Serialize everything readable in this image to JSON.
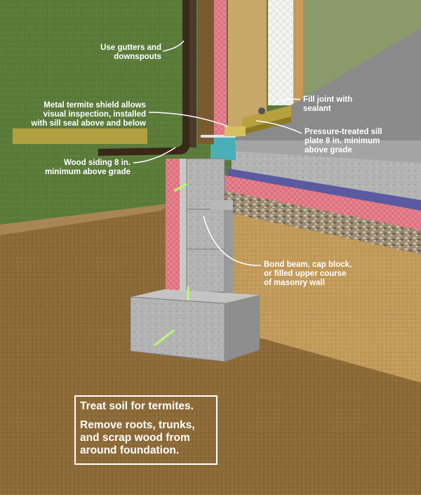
{
  "labels": {
    "gutters": [
      "Use gutters and",
      "downspouts"
    ],
    "termite_shield": [
      "Metal termite shield allows",
      "visual inspection, installed",
      "with sill seal above and below"
    ],
    "wood_siding": [
      "Wood siding 8 in.",
      "minimum above grade"
    ],
    "fill_joint": [
      "Fill joint with",
      "sealant"
    ],
    "sill_plate": [
      "Pressure-treated sill",
      "plate 8 in. minimum",
      "above grade"
    ],
    "bond_beam": [
      "Bond beam, cap block,",
      "or filled upper course",
      "of masonry wall"
    ]
  },
  "note": {
    "line1": "Treat soil for termites.",
    "line2": [
      "Remove roots, trunks,",
      "and scrap wood from",
      "around foundation."
    ]
  },
  "colors": {
    "grass": "#5a7a3a",
    "soil": "#8a6a3a",
    "concrete": "#b0b0b0",
    "insulation_pink": "#e8828e",
    "vapor_blue": "#5a5aa0",
    "sill_seal_teal": "#4ab0b8",
    "wood_sill": "#b8a040",
    "leader_line": "#ffffff"
  }
}
